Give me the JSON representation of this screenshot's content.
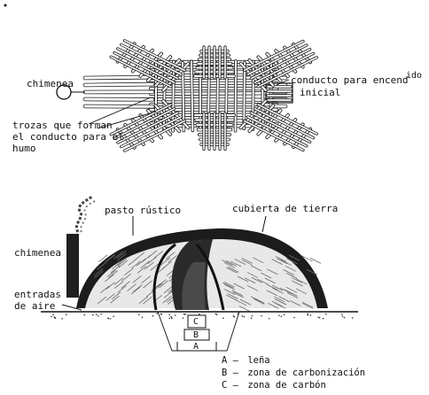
{
  "plan_view": {
    "label_chimney": "chimenea",
    "label_duct_line1": "conducto para encend",
    "label_duct_sup": "ido",
    "label_duct_line2": "inicial",
    "label_logs_line1": "trozas que forman",
    "label_logs_line2": "el conducto para el",
    "label_logs_line3": "humo"
  },
  "section_view": {
    "label_grass": "pasto rústico",
    "label_cover": "cubierta de tierra",
    "label_chimney": "chimenea",
    "label_air_line1": "entradas",
    "label_air_line2": "de aire",
    "marker_c": "C",
    "marker_b": "B",
    "marker_a": "A"
  },
  "legend": [
    {
      "key": "A",
      "sep": "–",
      "text": "leña"
    },
    {
      "key": "B",
      "sep": "–",
      "text": "zona de carbonización"
    },
    {
      "key": "C",
      "sep": "–",
      "text": "zona de carbón"
    }
  ]
}
